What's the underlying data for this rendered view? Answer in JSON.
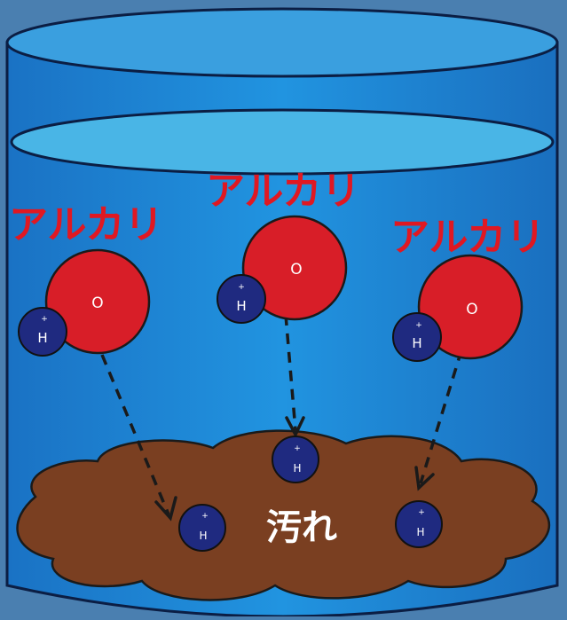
{
  "labels": {
    "alkali_1": "アルカリ",
    "alkali_2": "アルカリ",
    "alkali_3": "アルカリ",
    "dirt": "汚れ"
  },
  "atoms": {
    "oxygen": "O",
    "hydrogen": "H",
    "charge": "+"
  },
  "colors": {
    "background": "#4a7fb0",
    "container_body": "#1e88d8",
    "container_top": "#3fa9e4",
    "water_surface": "#46b6e6",
    "oxygen": "#d81e28",
    "hydrogen": "#1f2a80",
    "dirt": "#7a3f21",
    "label_red": "#e01822"
  }
}
